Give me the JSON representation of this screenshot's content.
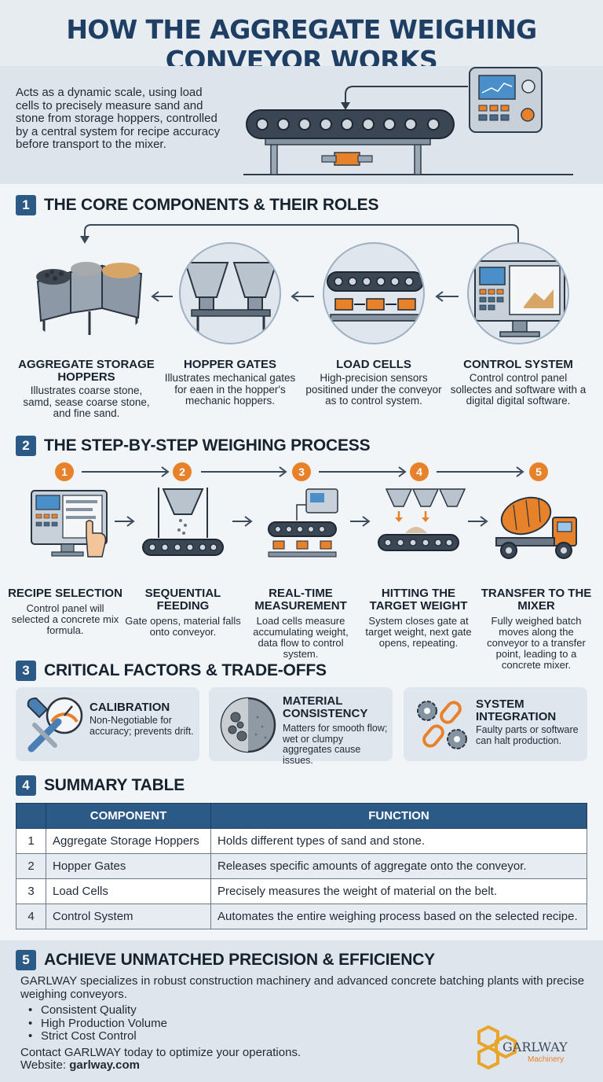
{
  "title": "HOW THE AGGREGATE WEIGHING CONVEYOR WORKS",
  "intro": "Acts as a dynamic scale, using load cells to precisely measure sand and stone from storage hoppers, controlled by a central system for recipe accuracy before transport to the mixer.",
  "sections": {
    "s1": {
      "num": "1",
      "title": "THE CORE COMPONENTS & THEIR ROLES"
    },
    "s2": {
      "num": "2",
      "title": "THE STEP-BY-STEP WEIGHING PROCESS"
    },
    "s3": {
      "num": "3",
      "title": "CRITICAL FACTORS & TRADE-OFFS"
    },
    "s4": {
      "num": "4",
      "title": "SUMMARY TABLE"
    },
    "s5": {
      "num": "5",
      "title": "ACHIEVE UNMATCHED PRECISION & EFFICIENCY"
    }
  },
  "components": [
    {
      "title": "AGGREGATE STORAGE HOPPERS",
      "desc": "Illustrates coarse stone, samd, sease coarse stone, and fine sand."
    },
    {
      "title": "HOPPER GATES",
      "desc": "Illustrates mechanical gates for eaen in the hopper's mechanic hoppers."
    },
    {
      "title": "LOAD CELLS",
      "desc": "High-precision sensors positined under the conveyor as to control system."
    },
    {
      "title": "CONTROL SYSTEM",
      "desc": "Control control panel sollectes and software with a digital digital software."
    }
  ],
  "steps": [
    {
      "num": "1",
      "title": "RECIPE SELECTION",
      "desc": "Control panel will selected a concrete mix formula."
    },
    {
      "num": "2",
      "title": "SEQUENTIAL FEEDING",
      "desc": "Gate opens, material falls onto conveyor."
    },
    {
      "num": "3",
      "title": "REAL-TIME MEASUREMENT",
      "desc": "Load cells measure accumulating weight, data flow to control system."
    },
    {
      "num": "4",
      "title": "HITTING THE TARGET WEIGHT",
      "desc": "System closes gate at target weight, next gate opens, repeating."
    },
    {
      "num": "5",
      "title": "TRANSFER TO THE MIXER",
      "desc": "Fully weighed batch moves along the conveyor to a transfer point, leading to a concrete mixer."
    }
  ],
  "factors": [
    {
      "title": "CALIBRATION",
      "desc": "Non-Negotiable for accuracy; prevents drift."
    },
    {
      "title": "MATERIAL CONSISTENCY",
      "desc": "Matters for smooth flow; wet or clumpy aggregates cause issues."
    },
    {
      "title": "SYSTEM INTEGRATION",
      "desc": "Faulty parts or software can halt production."
    }
  ],
  "table": {
    "headers": [
      "COMPONENT",
      "FUNCTION"
    ],
    "rows": [
      {
        "n": "1",
        "component": "Aggregate Storage Hoppers",
        "function": "Holds different types of sand and stone."
      },
      {
        "n": "2",
        "component": "Hopper Gates",
        "function": "Releases specific amounts of aggregate onto the conveyor."
      },
      {
        "n": "3",
        "component": "Load Cells",
        "function": "Precisely measures the weight of material on the belt."
      },
      {
        "n": "4",
        "component": "Control System",
        "function": "Automates the entire weighing process based on the selected recipe."
      }
    ]
  },
  "footer": {
    "text": "GARLWAY specializes in robust construction machinery and advanced concrete batching plants with precise weighing conveyors.",
    "bullets": [
      "Consistent Quality",
      "High Production Volume",
      "Strict Cost Control"
    ],
    "contact": "Contact GARLWAY today to optimize your operations.",
    "website_label": "Website:",
    "website": "garlway.com",
    "logo_name": "GARLWAY",
    "logo_sub": "Machinery"
  },
  "colors": {
    "navy": "#2b5a86",
    "orange": "#e8822a",
    "title": "#1e3f63"
  }
}
